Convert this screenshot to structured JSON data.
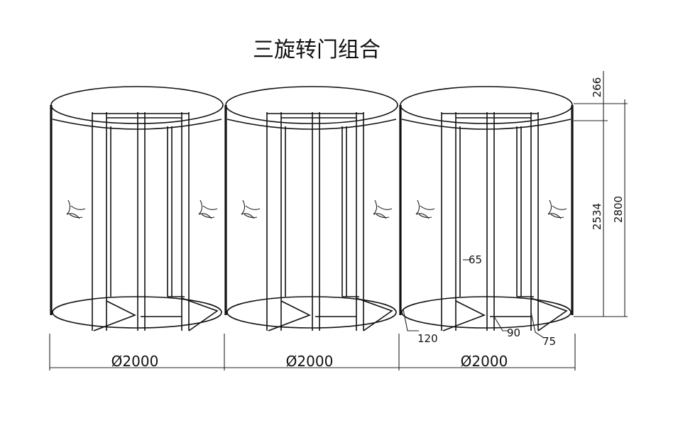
{
  "title": "三旋转门组合",
  "doors": [
    {
      "diameter_label": "Ø2000"
    },
    {
      "diameter_label": "Ø2000"
    },
    {
      "diameter_label": "Ø2000"
    }
  ],
  "dimensions": {
    "canopy_height": "266",
    "door_height": "2534",
    "total_height": "2800",
    "post_width": "65",
    "base_width": "120",
    "wing_width": "90",
    "frame_width": "75"
  }
}
